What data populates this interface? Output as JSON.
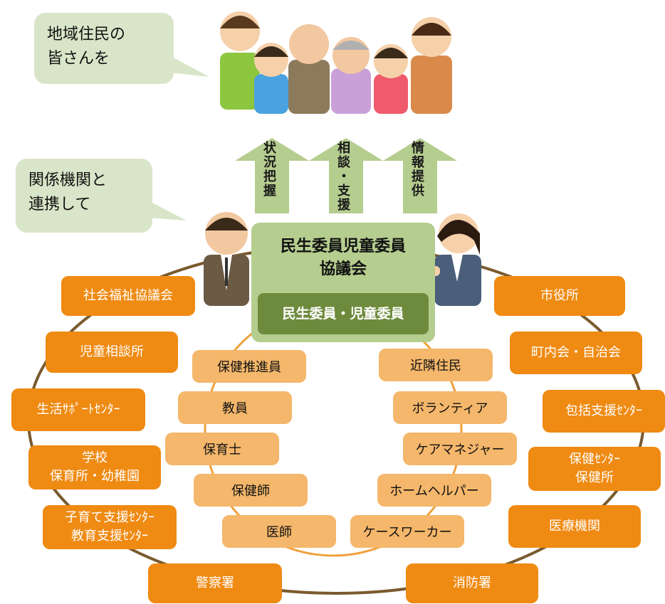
{
  "speech_top": {
    "line1": "地域住民の",
    "line2": "皆さんを"
  },
  "speech_mid": {
    "line1": "関係機関と",
    "line2": "連携して"
  },
  "arrows": [
    {
      "label": "状況把握"
    },
    {
      "label": "相談・支援"
    },
    {
      "label": "情報提供"
    }
  ],
  "council": {
    "title_line1": "民生委員児童委員",
    "title_line2": "協議会",
    "inner": "民生委員・児童委員"
  },
  "outer_left": [
    {
      "label": "社会福祉協議会"
    },
    {
      "label": "児童相談所"
    },
    {
      "label": "生活ｻﾎﾟｰﾄｾﾝﾀｰ"
    },
    {
      "label": "学校\n保育所・幼稚園"
    },
    {
      "label": "子育て支援ｾﾝﾀｰ\n教育支援ｾﾝﾀｰ"
    },
    {
      "label": "警察署"
    }
  ],
  "outer_right": [
    {
      "label": "市役所"
    },
    {
      "label": "町内会・自治会"
    },
    {
      "label": "包括支援ｾﾝﾀｰ"
    },
    {
      "label": "保健ｾﾝﾀｰ\n保健所"
    },
    {
      "label": "医療機関"
    },
    {
      "label": "消防署"
    }
  ],
  "inner_left": [
    {
      "label": "保健推進員"
    },
    {
      "label": "教員"
    },
    {
      "label": "保育士"
    },
    {
      "label": "保健師"
    },
    {
      "label": "医師"
    }
  ],
  "inner_right": [
    {
      "label": "近隣住民"
    },
    {
      "label": "ボランティア"
    },
    {
      "label": "ケアマネジャー"
    },
    {
      "label": "ホームヘルパー"
    },
    {
      "label": "ケースワーカー"
    }
  ],
  "colors": {
    "outer_box": "#ef8a12",
    "inner_box": "#f4b76b",
    "council": "#b5cd8f",
    "council_inner": "#6e8b3d",
    "speech": "#d9e5c8",
    "arrow": "#b5cd8f",
    "outer_ring": "#7a5a2e",
    "inner_ring": "#f0a03a"
  }
}
